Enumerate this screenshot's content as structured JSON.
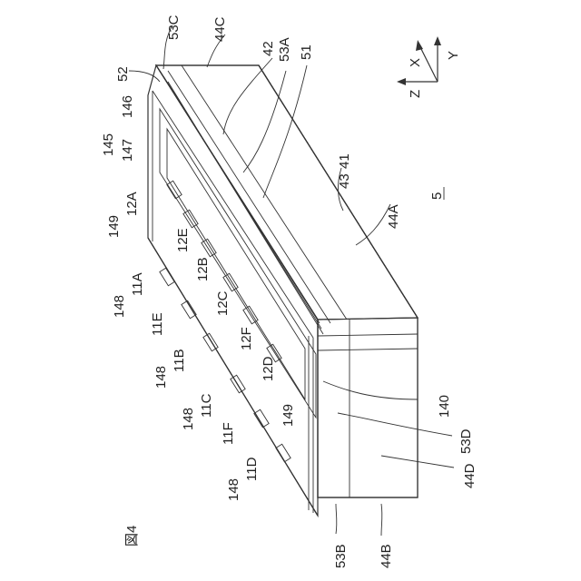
{
  "figure_label": "図4",
  "labels": {
    "l5": "5",
    "l41": "41",
    "l42": "42",
    "l43": "43",
    "l51": "51",
    "l52": "52",
    "l53A": "53A",
    "l53B": "53B",
    "l53C": "53C",
    "l53D": "53D",
    "l44A": "44A",
    "l44B": "44B",
    "l44C": "44C",
    "l44D": "44D",
    "l140": "140",
    "l145": "145",
    "l146": "146",
    "l147": "147",
    "l148a": "148",
    "l148b": "148",
    "l148c": "148",
    "l148d": "148",
    "l149a": "149",
    "l149b": "149",
    "l11A": "11A",
    "l11B": "11B",
    "l11C": "11C",
    "l11D": "11D",
    "l11E": "11E",
    "l11F": "11F",
    "l12A": "12A",
    "l12B": "12B",
    "l12C": "12C",
    "l12D": "12D",
    "l12E": "12E",
    "l12F": "12F"
  },
  "axes": {
    "x": "X",
    "y": "Y",
    "z": "Z"
  }
}
